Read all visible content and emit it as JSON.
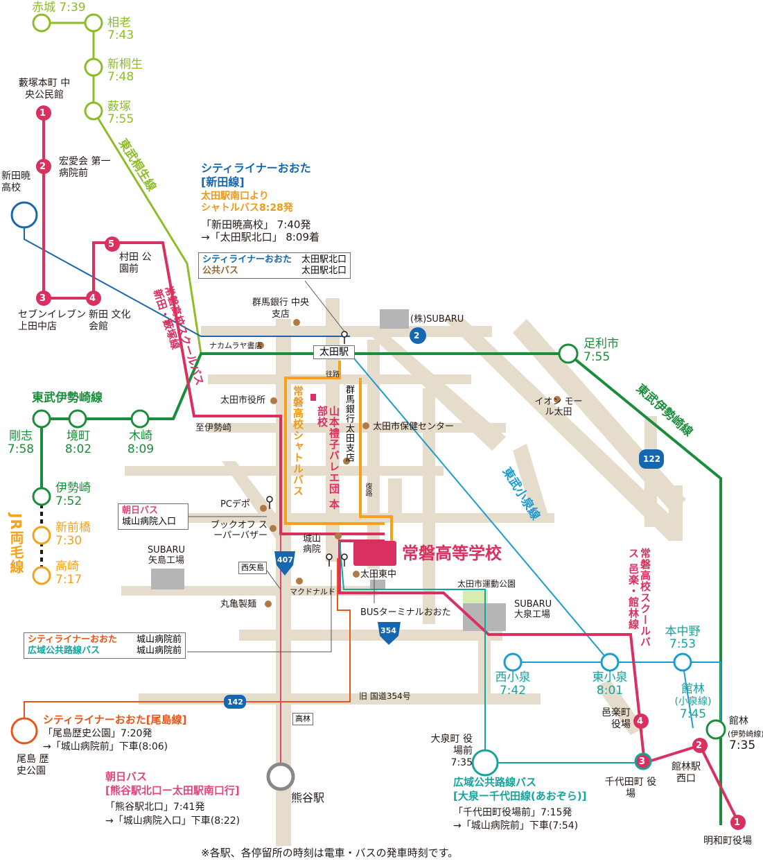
{
  "colors": {
    "road": "#e5dccb",
    "tobu_isesaki": "#1a8d3a",
    "tobu_kiryu": "#8cbd28",
    "jr": "#f3a21a",
    "school_bus": "#d9305f",
    "cityliner": "#1667b0",
    "shuttle": "#f09818",
    "tobu_koizumi": "#1a9cd0",
    "kouiki": "#12a59c",
    "ojima": "#e85516",
    "asahi": "#e2457c"
  },
  "icons": {
    "station": "circle",
    "stop": "bus-stop-pin",
    "school": "red-building-block",
    "route": "route-shield"
  },
  "kiryu": {
    "line": "東武桐生線",
    "akagi": "赤城 7:39",
    "aioi_name": "相老",
    "aioi_time": "7:43",
    "shinkiryu_name": "新桐生",
    "shinkiryu_time": "7:48",
    "yabuzuka_name": "薮塚",
    "yabuzuka_time": "7:55"
  },
  "isesaki": {
    "line": "東武伊勢崎線",
    "goshi_name": "剛志",
    "goshi_time": "7:58",
    "sakaimachi_name": "境町",
    "sakaimachi_time": "8:02",
    "kizaki_name": "木崎",
    "kizaki_time": "8:09",
    "ashikaga_name": "足利市",
    "ashikaga_time": "7:55",
    "line_east": "東武伊勢崎線",
    "tatebayashi_name": "館林",
    "tatebayashi_sub": "(伊勢崎線)",
    "tatebayashi_time": "7:35"
  },
  "jr": {
    "line": "JR両毛線",
    "isesaki_name": "伊勢崎",
    "isesaki_time": "7:52",
    "shinmaebashi_name": "新前橋",
    "shinmaebashi_time": "7:30",
    "takasaki_name": "高崎",
    "takasaki_time": "7:17"
  },
  "koizumi": {
    "line": "東武小泉線",
    "nishi_name": "西小泉",
    "nishi_time": "7:42",
    "higashi_name": "東小泉",
    "higashi_time": "8:01",
    "honnakano_name": "本中野",
    "honnakano_time": "7:53",
    "tatebayashi_name": "館林",
    "tatebayashi_sub": "(小泉線)",
    "tatebayashi_time": "7:45"
  },
  "school_bus_nitta": {
    "name": "常磐高校スクールバス 新田・藪塚線",
    "s1_num": "1",
    "s1": "藪塚本町 中央公民館",
    "s2_num": "2",
    "s2": "宏愛会 第一病院前",
    "s3_num": "3",
    "s3": "セブンイレブン 上田中店",
    "s4_num": "4",
    "s4": "新田 文化会館",
    "s5_num": "5",
    "s5": "村田 公園前"
  },
  "school_bus_oura": {
    "name": "常磐高校スクールバス 邑楽・館林線",
    "s1_num": "1",
    "s1": "明和町役場",
    "s2_num": "2",
    "s2": "館林駅 西口",
    "s3_num": "3",
    "s3": "千代田町 役場",
    "s4_num": "4",
    "s4": "邑楽町 役場"
  },
  "shuttle": {
    "name": "常磐高校シャトルバス",
    "outbound": "往路",
    "inbound": "復路"
  },
  "cityliner_nitta": {
    "title": "シティライナーおおた",
    "subtitle": "[新田線]",
    "shuttle_note": "太田駅南口より",
    "shuttle_time": "シャトルバス8:28発",
    "dep": "「新田暁高校」 7:40発",
    "arr": "→「太田駅北口」 8:09着",
    "start_stop": "新田暁 高校"
  },
  "box_ota": {
    "l1": "シティライナーおおた",
    "r1": "太田駅北口",
    "l2": "公共バス",
    "r2": "太田駅北口"
  },
  "box_asahi": {
    "l1": "朝日バス",
    "r1": "城山病院入口"
  },
  "box_shiroyama": {
    "l1": "シティライナーおおた",
    "r1": "城山病院前",
    "l2": "広域公共路線バス",
    "r2": "城山病院前"
  },
  "places": {
    "ota_station": "太田駅",
    "gunma_bank": "群馬銀行 中央支店",
    "subaru_hq": "(株)SUBARU",
    "nakamuraya": "ナカムラヤ書店",
    "city_hall": "太田市役所",
    "iseiki": "至伊勢崎",
    "gunma_bank_ota": "群馬銀行太田支店",
    "yamamoto_ballet": "山本禮子バレエ団 本部校",
    "health_center": "太田市保健センター",
    "aeon": "イオン モール太田",
    "pc_depot": "PCデポ",
    "bookoff": "ブックオフ スーパーバザー",
    "subaru_yajima": "SUBARU 矢島工場",
    "shiroyama_hospital": "城山 病院",
    "nishiyajima": "西矢島",
    "mcdonalds": "マクドナルド",
    "marugame": "丸亀製麺",
    "school": "常磐高等学校",
    "ota_higashinaka": "太田東中",
    "sports_park": "太田市運動公園",
    "subaru_oizumi": "SUBARU 大泉工場",
    "bus_terminal": "BUSターミナルおおた",
    "old_route": "旧 国道354号",
    "takabayashi": "高林",
    "kumagaya": "熊谷駅"
  },
  "routes": {
    "r2": "2",
    "r122": "122",
    "r407": "407",
    "r354": "354",
    "r142": "142"
  },
  "ojima_line": {
    "title": "シティライナーおおた[尾島線]",
    "dep": "「尾島歴史公園」7:20発",
    "arr": "→「城山病院前」下車(8:06)",
    "stop": "尾島 歴史公園"
  },
  "asahi_line": {
    "title": "朝日バス",
    "subtitle": "[熊谷駅北口ー太田駅南口行]",
    "dep": "「熊谷駅北口」7:41発",
    "arr": "→「城山病院入口」下車(8:22)"
  },
  "kouiki_line": {
    "title": "広域公共路線バス",
    "subtitle": "[大泉ー千代田線(あおぞら)]",
    "dep": "「千代田町役場前」7:15発",
    "arr": "→「城山病院前」下車(7:54)",
    "stop": "大泉町 役場前 7:35"
  },
  "footnote": "※各駅、各停留所の時刻は電車・バスの発車時刻です。"
}
